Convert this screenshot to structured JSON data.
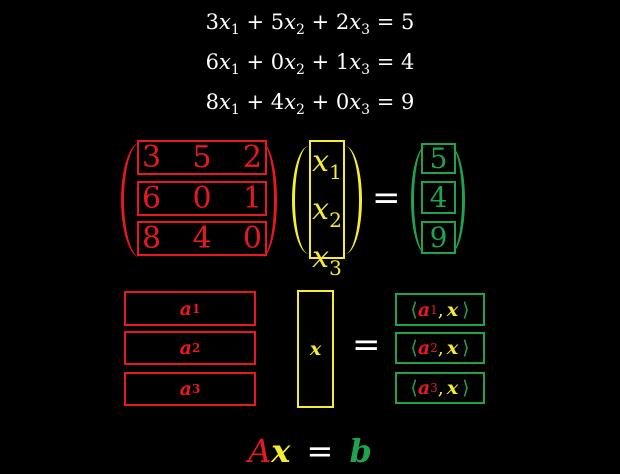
{
  "equations": [
    {
      "c": [
        "3",
        "5",
        "2"
      ],
      "rhs": "5"
    },
    {
      "c": [
        "6",
        "0",
        "1"
      ],
      "rhs": "4"
    },
    {
      "c": [
        "8",
        "4",
        "0"
      ],
      "rhs": "9"
    }
  ],
  "labels": {
    "var": "x",
    "plus": "+",
    "equals": "=",
    "sub1": "1",
    "sub2": "2",
    "sub3": "3"
  },
  "matrix": {
    "rows": [
      [
        "3",
        "5",
        "2"
      ],
      [
        "6",
        "0",
        "1"
      ],
      [
        "8",
        "4",
        "0"
      ]
    ],
    "color": "#e5191f"
  },
  "vector_x": {
    "entries": [
      "1",
      "2",
      "3"
    ],
    "var": "x",
    "color": "#f7ec34"
  },
  "vector_b": {
    "entries": [
      "5",
      "4",
      "9"
    ],
    "color": "#1fa34f"
  },
  "row_view": {
    "rows": [
      {
        "name": "a",
        "sub": "1"
      },
      {
        "name": "a",
        "sub": "2"
      },
      {
        "name": "a",
        "sub": "3"
      }
    ],
    "x_label": "x",
    "inner_open": "⟨",
    "inner_close": "⟩",
    "comma": ","
  },
  "summary": {
    "A": "A",
    "x": "x",
    "eq": "=",
    "b": "b"
  }
}
